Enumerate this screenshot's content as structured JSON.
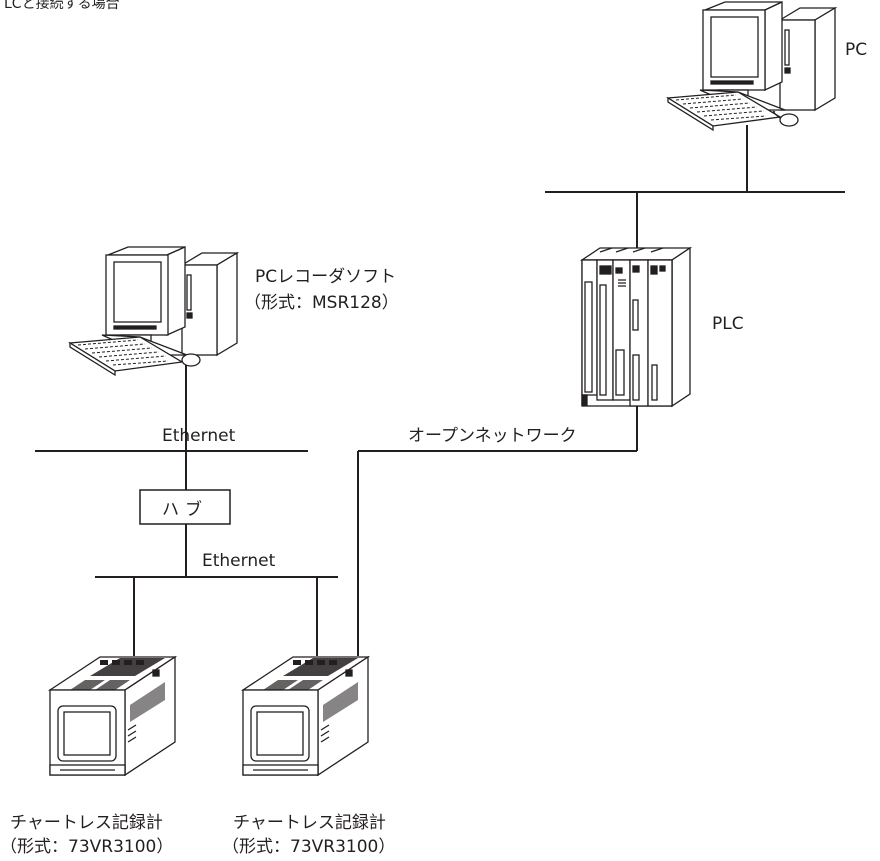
{
  "heading_cropped": "LCと接続する場合",
  "labels": {
    "pc_top": "PC",
    "pc_recorder_line1": "PCレコーダソフト",
    "pc_recorder_line2": "（形式：MSR128）",
    "plc": "PLC",
    "ethernet_upper": "Ethernet",
    "ethernet_lower": "Ethernet",
    "open_network": "オープンネットワーク",
    "hub": "ハブ",
    "recorder1_line1": "チャートレス記録計",
    "recorder1_line2": "（形式：73VR3100）",
    "recorder2_line1": "チャートレス記録計",
    "recorder2_line2": "（形式：73VR3100）"
  },
  "colors": {
    "line": "#231f20",
    "fill": "#ffffff",
    "shade": "#d9d9d9",
    "dark": "#231f20"
  }
}
